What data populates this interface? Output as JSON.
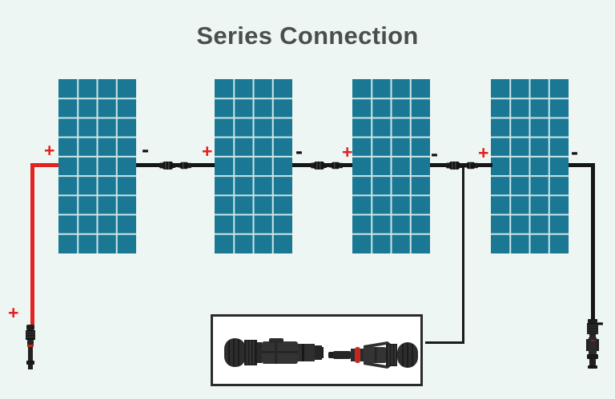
{
  "title": "Series Connection",
  "colors": {
    "background": "#edf6f2",
    "panel": "#1a7894",
    "panel_grid_line": "#cde6e8",
    "positive": "#e32222",
    "negative": "#161616",
    "title_text": "#4a4e4e",
    "inset_background": "#ffffff",
    "inset_border": "#2b2b2b",
    "o_ring_red": "#c22a20"
  },
  "panel_grid": {
    "columns": 4,
    "rows": 9
  },
  "panels": [
    {
      "id": "panel-1",
      "positive_label": "+",
      "negative_label": "-"
    },
    {
      "id": "panel-2",
      "positive_label": "+",
      "negative_label": "-"
    },
    {
      "id": "panel-3",
      "positive_label": "+",
      "negative_label": "-"
    },
    {
      "id": "panel-4",
      "positive_label": "+",
      "negative_label": "-"
    }
  ],
  "array_leads": {
    "positive_label": "+",
    "negative_label": "-"
  },
  "icons": {
    "inline_connector": "mc4-connector-pair-icon",
    "inset_female": "mc4-female-connector-icon",
    "inset_male": "mc4-male-connector-icon",
    "positive_lead_connector": "mc4-lead-connector-icon",
    "negative_lead_connector": "mc4-lead-connector-icon"
  }
}
